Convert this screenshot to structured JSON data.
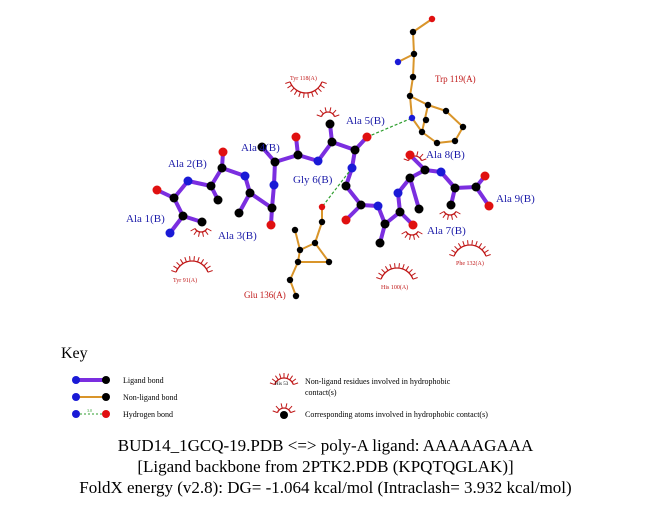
{
  "colors": {
    "ligand_bond": "#7b2ee0",
    "nonligand_bond": "#d9952a",
    "hbond": "#2e9e2e",
    "carbon": "#000000",
    "nitrogen": "#1a1ad6",
    "oxygen": "#e01010",
    "ligand_label": "#1a1aa8",
    "residue_label": "#c01818",
    "hydrophobic_arc": "#c01818"
  },
  "ligand_residue_labels": [
    "Ala 1(B)",
    "Ala 2(B)",
    "Ala 3(B)",
    "Ala 4(B)",
    "Ala 5(B)",
    "Gly 6(B)",
    "Ala 7(B)",
    "Ala 8(B)",
    "Ala 9(B)"
  ],
  "nonligand_residue_labels": [
    "Trp 119(A)",
    "Glu 136(A)"
  ],
  "hydrophobic_residue_labels": [
    "Tyr 118(A)",
    "Tyr 91(A)",
    "His 100(A)",
    "Phe 132(A)"
  ],
  "key": {
    "title": "Key",
    "ligand_bond": "Ligand bond",
    "nonligand_bond": "Non-ligand bond",
    "hydrogen_bond": "Hydrogen bond",
    "hbond_sample_length": "3.0",
    "his_sample": "His 53",
    "nonligand_hydrophobic": "Non-ligand residues involved in hydrophobic",
    "nonligand_hydrophobic_2": "contact(s)",
    "corresponding_atoms": "Corresponding atoms involved in hydrophobic contact(s)"
  },
  "caption": {
    "line1": "BUD14_1GCQ-19.PDB <=> poly-A ligand: AAAAAGAAA",
    "line2": "[Ligand backbone from 2PTK2.PDB (KPQTQGLAK)]",
    "line3": "FoldX energy (v2.8): DG= -1.064 kcal/mol (Intraclash= 3.932 kcal/mol)"
  }
}
